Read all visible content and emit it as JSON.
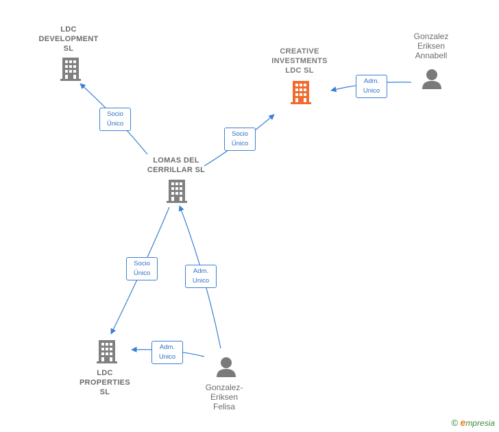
{
  "nodes": {
    "ldc_development": {
      "label": "LDC\nDEVELOPMENT\nSL",
      "type": "company"
    },
    "creative_investments": {
      "label": "CREATIVE\nINVESTMENTS\nLDC  SL",
      "type": "company-highlight"
    },
    "lomas_del_cerrillar": {
      "label": "LOMAS DEL\nCERRILLAR SL",
      "type": "company"
    },
    "ldc_properties": {
      "label": "LDC\nPROPERTIES\nSL",
      "type": "company"
    },
    "gonzalez_annabell": {
      "label": "Gonzalez\nEriksen\nAnnabell",
      "type": "person"
    },
    "gonzalez_felisa": {
      "label": "Gonzalez-\nEriksen\nFelisa",
      "type": "person"
    }
  },
  "edges": {
    "lomas_to_development": {
      "label": "Socio\nÚnico"
    },
    "lomas_to_creative": {
      "label": "Socio\nÚnico"
    },
    "annabell_to_creative": {
      "label": "Adm.\nUnico"
    },
    "lomas_to_properties": {
      "label": "Socio\nÚnico"
    },
    "felisa_to_lomas": {
      "label": "Adm.\nUnico"
    },
    "felisa_to_properties": {
      "label": "Adm.\nUnico"
    }
  },
  "colors": {
    "edge": "#3b7fd4",
    "company_icon": "#808080",
    "highlight_icon": "#f26a2e",
    "person_icon": "#7a7a7a"
  },
  "icons": {
    "company": "building-icon",
    "person": "person-icon"
  },
  "footer": {
    "copyright": "©",
    "brand_initial": "e",
    "brand_rest": "mpresia"
  }
}
